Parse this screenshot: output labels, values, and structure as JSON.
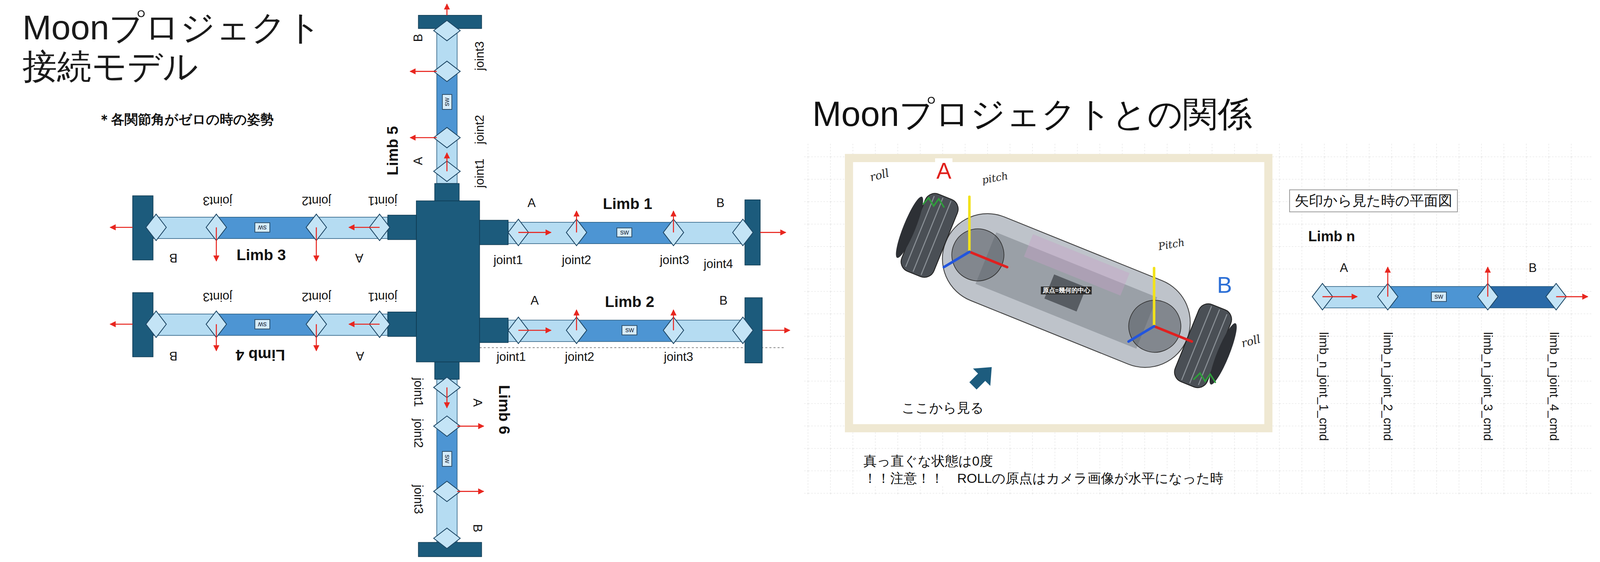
{
  "diagram": {
    "title": "Moonプロジェクト 接続モデル",
    "nodes": [
      {
        "text": [
          "sw"
        ]
      },
      {
        "text": [
          "sw"
        ]
      },
      {
        "text": [
          "sw"
        ]
      },
      {
        "text": [
          "sw"
        ]
      },
      {
        "text": [
          "sw"
        ]
      },
      {
        "text": [
          "sw"
        ]
      },
      {
        "text": [
          "矢印から見た時の平面図"
        ]
      },
      {
        "text": [
          "sw"
        ]
      }
    ],
    "labels": [
      "＊各関節角がゼロの時の姿勢",
      "Limb 5",
      "B",
      "joint3",
      "joint2",
      "A",
      "joint1",
      "joint3",
      "joint2",
      "joint1",
      "A",
      "Limb 1",
      "B",
      "B",
      "Limb 3",
      "A",
      "joint1",
      "joint2",
      "joint3",
      "joint4",
      "joint3",
      "joint2",
      "joint1",
      "A",
      "Limb 2",
      "B",
      "B",
      "Limb 4",
      "A",
      "joint1",
      "joint2",
      "joint3",
      "joint1",
      "A",
      "Limb 6",
      "joint2",
      "joint3",
      "B",
      "Moonプロジェクトとの関係",
      "roll",
      "A",
      "pitch",
      "Pitch",
      "原点=幾何的中心",
      "B",
      "roll",
      "ここから見る",
      "真っ直ぐな状態は0度",
      "！！注意！！　ROLLの原点はカメラ画像が水平になった時",
      "Limb n",
      "A",
      "B",
      "limb_n_joint_1_cmd",
      "limb_n_joint_2_cmd",
      "limb_n_joint_3_cmd",
      "limb_n_joint_4_cmd"
    ]
  }
}
